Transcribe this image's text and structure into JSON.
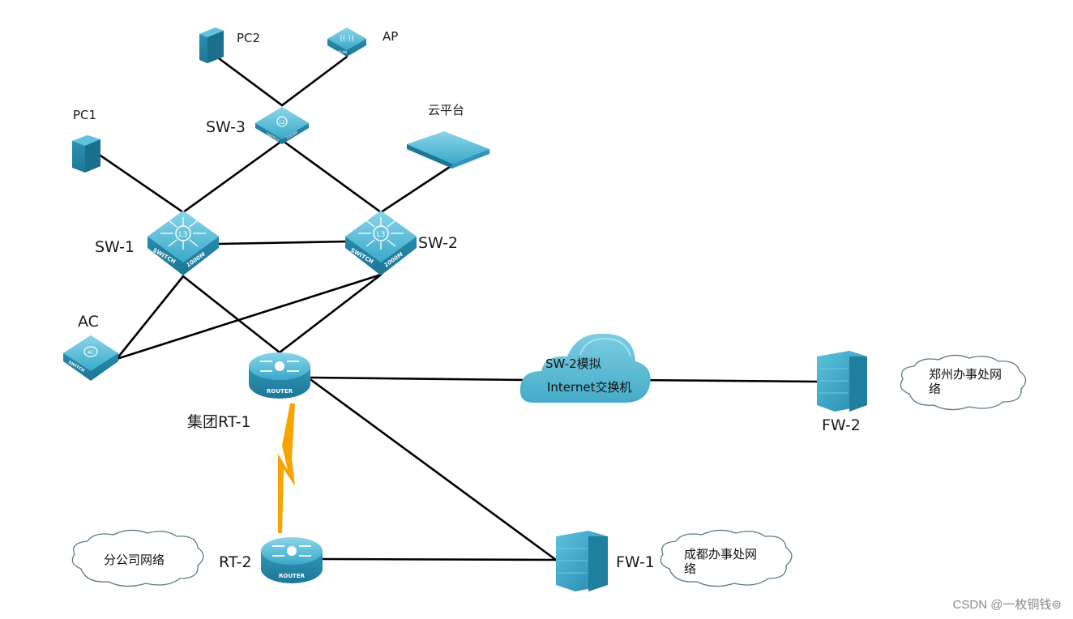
{
  "diagram": {
    "title": "",
    "colors": {
      "link": "#000000",
      "serial_link": "#f7a300",
      "device_main": "#3aa9c9",
      "device_dark": "#1f7f9e",
      "device_light": "#7fd0e4",
      "cloud_fill": "#56b8d1",
      "cloud_outline": "#5e7a85"
    },
    "nodes": [
      {
        "id": "pc2",
        "type": "pc",
        "label": "PC2"
      },
      {
        "id": "ap",
        "type": "access-point",
        "label": "AP",
        "badge": "WLAN"
      },
      {
        "id": "pc1",
        "type": "pc",
        "label": "PC1"
      },
      {
        "id": "sw3",
        "type": "switch-l2",
        "label": "SW-3",
        "badge": "L2",
        "caption": "SWITCH 1000M"
      },
      {
        "id": "cloud_platform",
        "type": "server",
        "label": "云平台"
      },
      {
        "id": "sw1",
        "type": "switch-l3",
        "label": "SW-1",
        "badge": "L3",
        "caption": "SWITCH 1000M"
      },
      {
        "id": "sw2",
        "type": "switch-l3",
        "label": "SW-2",
        "badge": "L3",
        "caption": "SWITCH 1000M"
      },
      {
        "id": "ac",
        "type": "switch-ac",
        "label": "AC",
        "badge": "AC",
        "caption": "SWITCH"
      },
      {
        "id": "rt1",
        "type": "router",
        "label": "集团RT-1",
        "caption": "ROUTER"
      },
      {
        "id": "internet",
        "type": "cloud-filled",
        "label_line1": "SW-2模拟",
        "label_line2": "Internet交换机"
      },
      {
        "id": "fw2",
        "type": "firewall",
        "label": "FW-2"
      },
      {
        "id": "zz_net",
        "type": "cloud-outline",
        "label_line1": "郑州办事处网",
        "label_line2": "络"
      },
      {
        "id": "rt2",
        "type": "router",
        "label": "RT-2",
        "caption": "ROUTER"
      },
      {
        "id": "branch_net",
        "type": "cloud-outline",
        "label_line1": "分公司网络",
        "label_line2": ""
      },
      {
        "id": "fw1",
        "type": "firewall",
        "label": "FW-1"
      },
      {
        "id": "cd_net",
        "type": "cloud-outline",
        "label_line1": "成都办事处网",
        "label_line2": "络"
      }
    ],
    "links": [
      {
        "from": "pc2",
        "to": "sw3",
        "kind": "ethernet"
      },
      {
        "from": "ap",
        "to": "sw3",
        "kind": "ethernet"
      },
      {
        "from": "pc1",
        "to": "sw1",
        "kind": "ethernet"
      },
      {
        "from": "sw3",
        "to": "sw1",
        "kind": "ethernet"
      },
      {
        "from": "sw3",
        "to": "sw2",
        "kind": "ethernet"
      },
      {
        "from": "cloud_platform",
        "to": "sw2",
        "kind": "ethernet"
      },
      {
        "from": "sw1",
        "to": "sw2",
        "kind": "ethernet"
      },
      {
        "from": "sw1",
        "to": "ac",
        "kind": "ethernet"
      },
      {
        "from": "sw2",
        "to": "ac",
        "kind": "ethernet"
      },
      {
        "from": "sw1",
        "to": "rt1",
        "kind": "ethernet"
      },
      {
        "from": "sw2",
        "to": "rt1",
        "kind": "ethernet"
      },
      {
        "from": "rt1",
        "to": "internet",
        "kind": "ethernet"
      },
      {
        "from": "internet",
        "to": "fw2",
        "kind": "ethernet"
      },
      {
        "from": "rt1",
        "to": "fw1",
        "kind": "ethernet"
      },
      {
        "from": "rt2",
        "to": "fw1",
        "kind": "ethernet"
      },
      {
        "from": "rt1",
        "to": "rt2",
        "kind": "serial"
      }
    ]
  },
  "labels": {
    "pc2": "PC2",
    "ap": "AP",
    "pc1": "PC1",
    "sw3": "SW-3",
    "cloud_platform": "云平台",
    "sw1": "SW-1",
    "sw2": "SW-2",
    "ac": "AC",
    "rt1": "集团RT-1",
    "internet_line1": "SW-2模拟",
    "internet_line2": "Internet交换机",
    "fw2": "FW-2",
    "zz_line1": "郑州办事处网",
    "zz_line2": "络",
    "rt2": "RT-2",
    "branch": "分公司网络",
    "fw1": "FW-1",
    "cd_line1": "成都办事处网",
    "cd_line2": "络"
  },
  "icon_text": {
    "l3": "L3",
    "l2": "L2",
    "ac": "AC",
    "switch": "SWITCH",
    "speed": "1000M",
    "router": "ROUTER",
    "wlan": "WLAN"
  },
  "watermark": "CSDN @一枚铜钱⊚"
}
